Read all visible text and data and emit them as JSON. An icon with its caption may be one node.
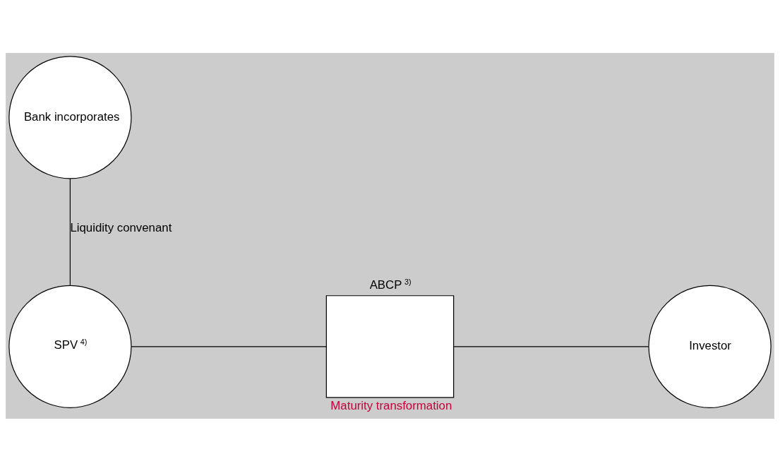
{
  "diagram": {
    "nodes": [
      {
        "text": [
          "Bank incorporates"
        ]
      },
      {
        "text": [
          "SPV $^{4)}$"
        ]
      },
      {
        "text": [
          "ABCP $^{3)}$"
        ],
        "beside": [
          "Maturity transformation"
        ]
      },
      {
        "text": [
          "Investor"
        ]
      }
    ],
    "edges": [
      {
        "from": 0,
        "to": 1,
        "arrow": "none",
        "label": "Liquidity convenant"
      },
      {
        "from": 1,
        "to": 2,
        "arrow": "none"
      },
      {
        "from": 2,
        "to": 3,
        "arrow": "none"
      }
    ]
  }
}
